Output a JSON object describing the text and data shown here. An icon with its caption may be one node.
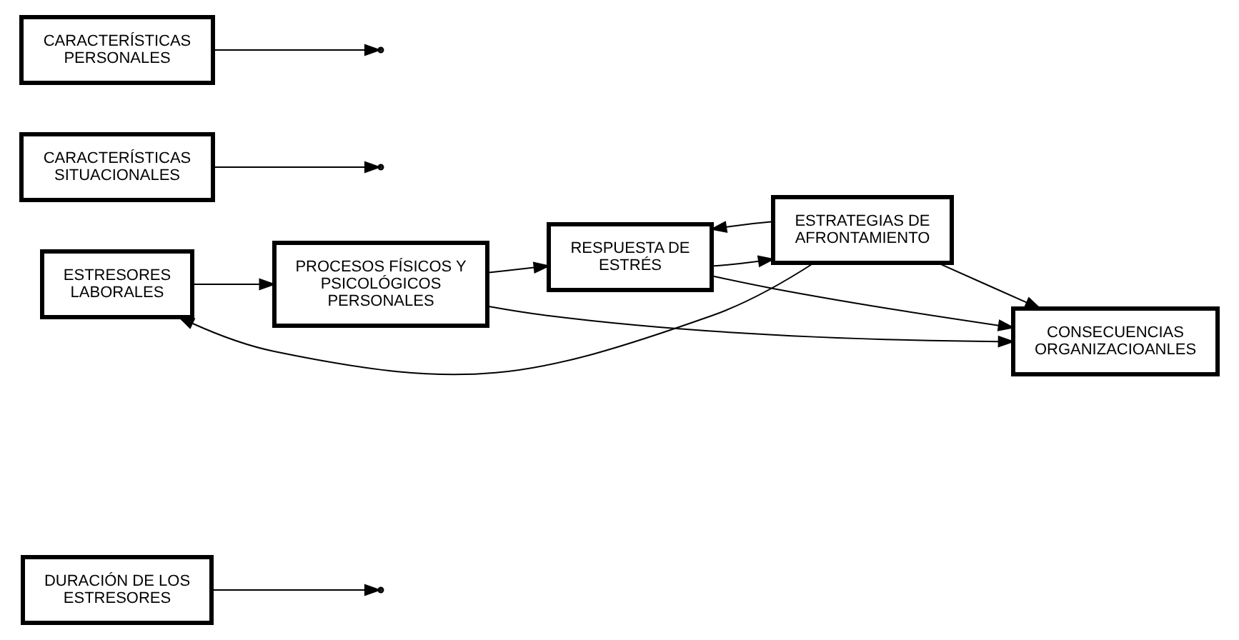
{
  "diagram": {
    "nodes": [
      {
        "text": [
          "DURACIÓN DE LOS ESTRESORES"
        ]
      },
      {
        "text": [
          "ESTRESORES LABORALES"
        ]
      },
      {
        "text": [
          "PROCESOS FÍSICOS Y PSICOLÓGICOS PERSONALES"
        ]
      },
      {
        "text": [
          "RESPUESTA DE ESTRÉS"
        ]
      },
      {
        "text": [
          "ESTRATEGIAS DE AFRONTAMIENTO"
        ]
      },
      {
        "text": [
          "CONSECUENCIAS ORGANIZACIOANLES"
        ]
      },
      {
        "text": [
          "CARACTERÍSTICAS SITUACIONALES"
        ]
      },
      {
        "text": [
          "CARACTERÍSTICAS PERSONALES"
        ]
      }
    ],
    "edges": [
      {
        "from": 4,
        "to": 1,
        "arrow": "to"
      },
      {
        "from": 1,
        "to": 2,
        "arrow": "to"
      },
      {
        "from": 0,
        "to": null,
        "arrow": "to"
      },
      {
        "from": 6,
        "to": null,
        "arrow": "to"
      },
      {
        "from": 7,
        "to": null,
        "arrow": "to"
      },
      {
        "from": 2,
        "to": 3,
        "arrow": "to"
      },
      {
        "from": 4,
        "to": 3,
        "arrow": "to"
      },
      {
        "from": 3,
        "to": 4,
        "arrow": "to"
      },
      {
        "from": 2,
        "to": 5,
        "arrow": "to"
      },
      {
        "from": 3,
        "to": 5,
        "arrow": "to"
      },
      {
        "from": 4,
        "to": 5,
        "arrow": "to"
      }
    ]
  }
}
